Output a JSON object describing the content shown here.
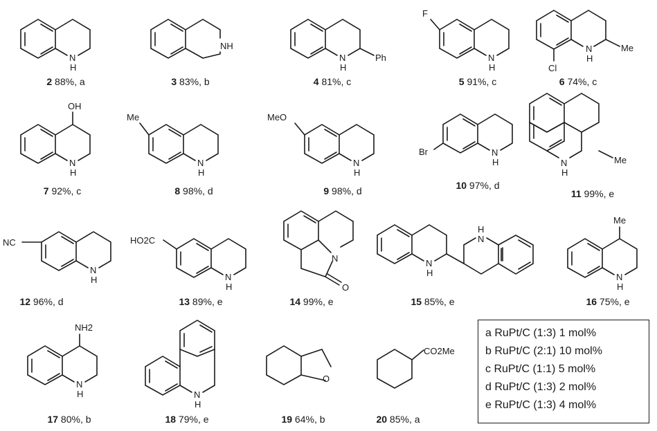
{
  "compounds": [
    {
      "id": "2",
      "yield": "88%",
      "cond": "a"
    },
    {
      "id": "3",
      "yield": "83%",
      "cond": "b"
    },
    {
      "id": "4",
      "yield": "81%",
      "cond": "c"
    },
    {
      "id": "5",
      "yield": "91%",
      "cond": "c"
    },
    {
      "id": "6",
      "yield": "74%",
      "cond": "c"
    },
    {
      "id": "7",
      "yield": "92%",
      "cond": "c"
    },
    {
      "id": "8",
      "yield": "98%",
      "cond": "d"
    },
    {
      "id": "9",
      "yield": "98%",
      "cond": "d"
    },
    {
      "id": "10",
      "yield": "97%",
      "cond": "d"
    },
    {
      "id": "11",
      "yield": "99%",
      "cond": "e"
    },
    {
      "id": "12",
      "yield": "96%",
      "cond": "d"
    },
    {
      "id": "13",
      "yield": "89%",
      "cond": "e"
    },
    {
      "id": "14",
      "yield": "99%",
      "cond": "e"
    },
    {
      "id": "15",
      "yield": "85%",
      "cond": "e"
    },
    {
      "id": "16",
      "yield": "75%",
      "cond": "e"
    },
    {
      "id": "17",
      "yield": "80%",
      "cond": "b"
    },
    {
      "id": "18",
      "yield": "79%",
      "cond": "e"
    },
    {
      "id": "19",
      "yield": "64%",
      "cond": "b"
    },
    {
      "id": "20",
      "yield": "85%",
      "cond": "a"
    }
  ],
  "legend": [
    "a RuPt/C (1:3) 1 mol%",
    "b RuPt/C (2:1) 10 mol%",
    "c RuPt/C (1:1) 5 mol%",
    "d RuPt/C (1:3) 2 mol%",
    "e RuPt/C (1:3) 4 mol%"
  ],
  "atoms": {
    "nh": "N",
    "h": "H",
    "nh_inline": "NH",
    "n": "N",
    "o": "O",
    "ph": "Ph",
    "f": "F",
    "cl": "Cl",
    "me": "Me",
    "oh": "OH",
    "meo": "MeO",
    "br": "Br",
    "nc": "NC",
    "ho2c": "HO2C",
    "nh2": "NH2",
    "co2me": "CO2Me"
  }
}
